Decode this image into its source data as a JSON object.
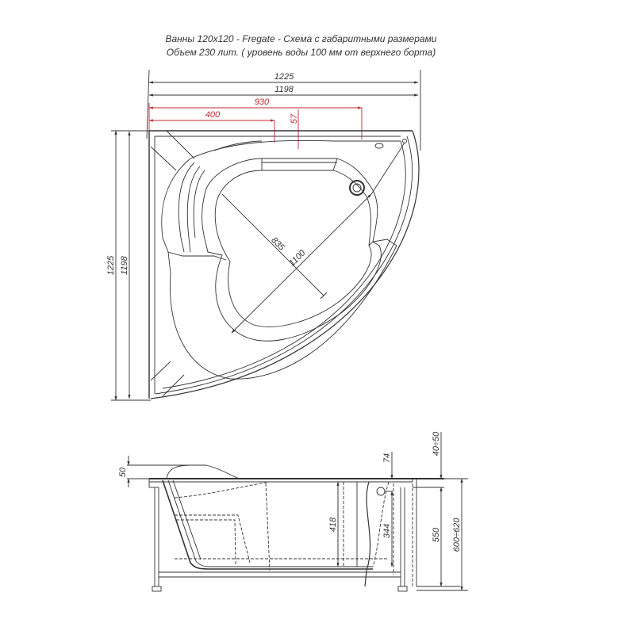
{
  "header": {
    "title": "Ванны 120x120 - Fregate - Схема с габаритными размерами",
    "subtitle": "Объем 230 лит. ( уровень воды 100 мм от верхнего борта)"
  },
  "colors": {
    "line": "#333333",
    "accent_dimension": "#c0282d",
    "background": "#ffffff"
  },
  "top_view": {
    "dimensions": {
      "overall_width": "1225",
      "inner_width": "1198",
      "red_long": "930",
      "red_short": "400",
      "red_vertical": "57",
      "overall_height": "1225",
      "inner_height": "1198",
      "diagonal_inner": "835",
      "diagonal_long": "1100"
    }
  },
  "side_view": {
    "dimensions": {
      "headrest_height": "50",
      "rim_to_overflow": "74",
      "adjustment_range": "40÷50",
      "inner_depth": "418",
      "overflow_depth": "344",
      "frame_height": "550",
      "total_height": "600÷620"
    }
  }
}
